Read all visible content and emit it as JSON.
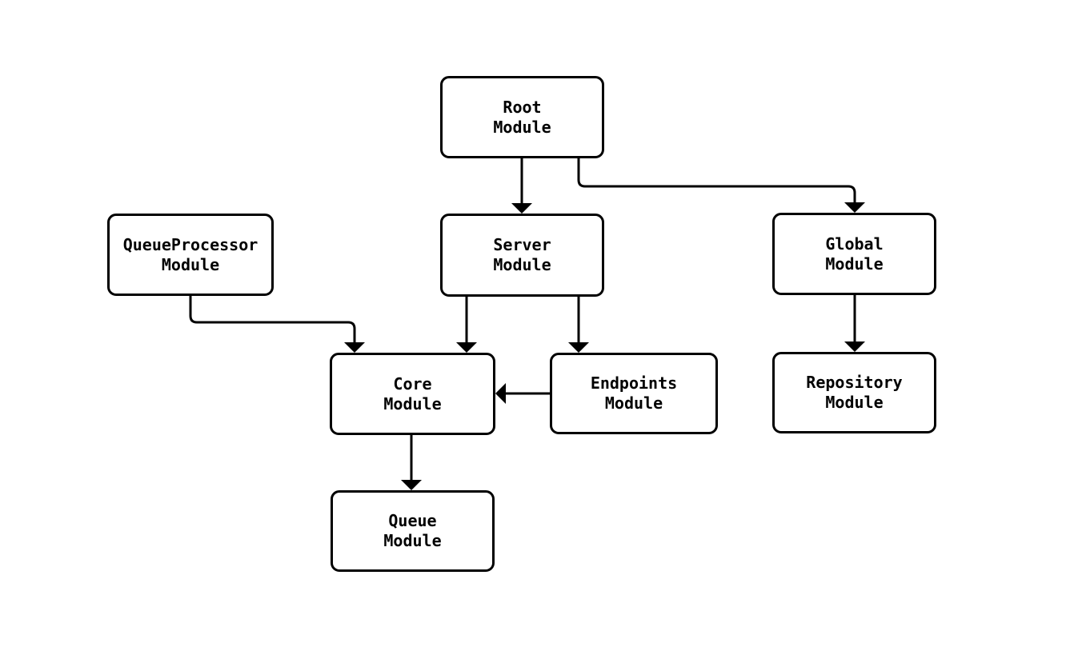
{
  "diagram": {
    "type": "module-dependency-graph",
    "background_color": "#ffffff",
    "node_fill_color": "#ffffff",
    "node_border_color": "#000000",
    "edge_color": "#000000",
    "text_color": "#000000",
    "nodes": {
      "root": {
        "label": "Root\nModule"
      },
      "queueprocessor": {
        "label": "QueueProcessor\nModule"
      },
      "server": {
        "label": "Server\nModule"
      },
      "global": {
        "label": "Global\nModule"
      },
      "core": {
        "label": "Core\nModule"
      },
      "endpoints": {
        "label": "Endpoints\nModule"
      },
      "repository": {
        "label": "Repository\nModule"
      },
      "queue": {
        "label": "Queue\nModule"
      }
    },
    "edges": [
      {
        "from": "Root Module",
        "to": "Server Module"
      },
      {
        "from": "Root Module",
        "to": "Global Module"
      },
      {
        "from": "QueueProcessor Module",
        "to": "Core Module"
      },
      {
        "from": "Server Module",
        "to": "Core Module"
      },
      {
        "from": "Server Module",
        "to": "Endpoints Module"
      },
      {
        "from": "Endpoints Module",
        "to": "Core Module"
      },
      {
        "from": "Core Module",
        "to": "Queue Module"
      },
      {
        "from": "Global Module",
        "to": "Repository Module"
      }
    ]
  }
}
